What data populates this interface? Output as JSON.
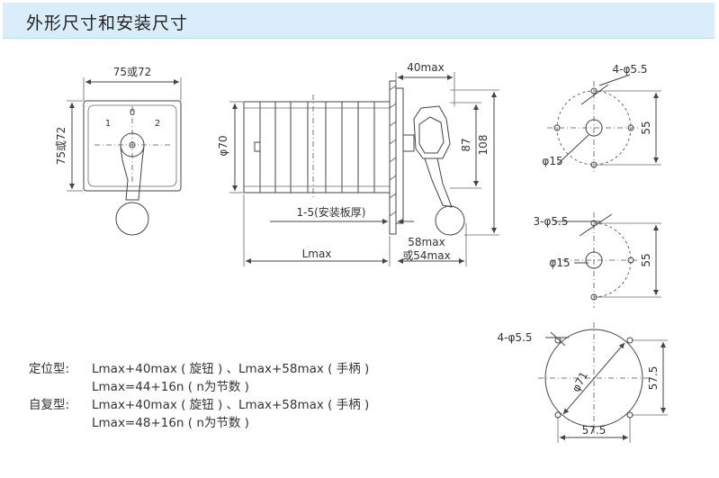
{
  "header": {
    "title": "外形尺寸和安装尺寸"
  },
  "front_view": {
    "width_label": "75或72",
    "height_label": "75或72",
    "pos_left": "1",
    "pos_mid": "0",
    "pos_right": "2"
  },
  "side_view": {
    "dia_label": "φ70",
    "top_label": "40max",
    "h1_label": "87",
    "h2_label": "108",
    "panel_label": "1-5(安装板厚)",
    "l_label": "Lmax",
    "handle_label_1": "58max",
    "handle_label_2": "或54max"
  },
  "mount_1": {
    "holes": "4-φ5.5",
    "center": "φ15",
    "dist": "55"
  },
  "mount_2": {
    "holes": "3-φ5.5",
    "center": "φ15",
    "dist": "55"
  },
  "mount_3": {
    "holes": "4-φ5.5",
    "dia": "φ71",
    "vert": "57.5",
    "horiz": "57.5"
  },
  "notes": {
    "fixed_label": "定位型:",
    "fixed_line1": "Lmax+40max ( 旋钮 ) 、Lmax+58max ( 手柄 )",
    "fixed_line2": "Lmax=44+16n ( n为节数 )",
    "auto_label": "自复型:",
    "auto_line1": "Lmax+40max ( 旋钮 ) 、Lmax+58max ( 手柄 )",
    "auto_line2": "Lmax=48+16n ( n为节数 )"
  }
}
